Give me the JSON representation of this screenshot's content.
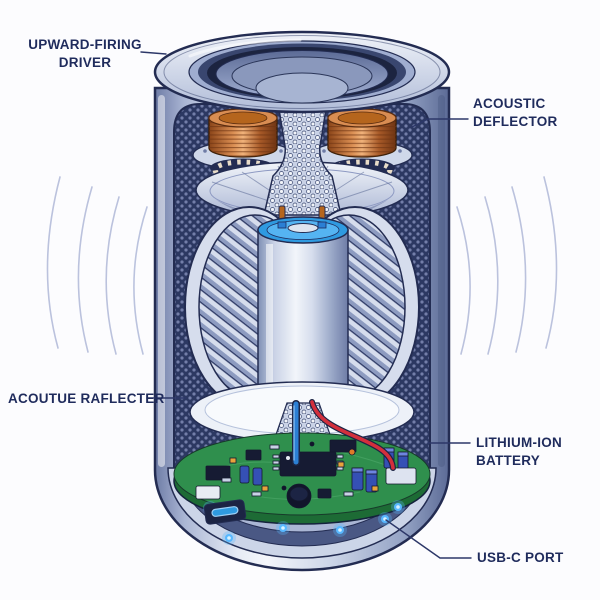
{
  "diagram": {
    "labels": {
      "upward_firing_driver": {
        "line1": "UPWARD-FIRING",
        "line2": "DRIVER"
      },
      "acoustic_deflector": {
        "line1": "ACOUSTIC",
        "line2": "DEFLECTOR"
      },
      "acoutue_raflecter": {
        "line1": "ACOUTUE RAFLECTER"
      },
      "lithium_ion_battery": {
        "line1": "LITHIUM-ION",
        "line2": "BATTERY"
      },
      "usb_c_port": {
        "line1": "USB-C PORT"
      }
    },
    "colors": {
      "background": "#fcfcfe",
      "label_text": "#1f2b5c",
      "leader_line": "#2c3768",
      "outline_navy": "#232c52",
      "shell_metal_light": "#e6ebf5",
      "shell_metal_mid": "#b6c2dc",
      "mesh_navy": "#2e3a66",
      "coil_copper": "#c9803f",
      "battery_top_blue": "#2f9ae0",
      "pcb_green": "#2f8f4d",
      "led_glow_blue": "#58b8ff",
      "wire_red": "#d32f3c",
      "sound_wave": "#b4bcda"
    }
  }
}
